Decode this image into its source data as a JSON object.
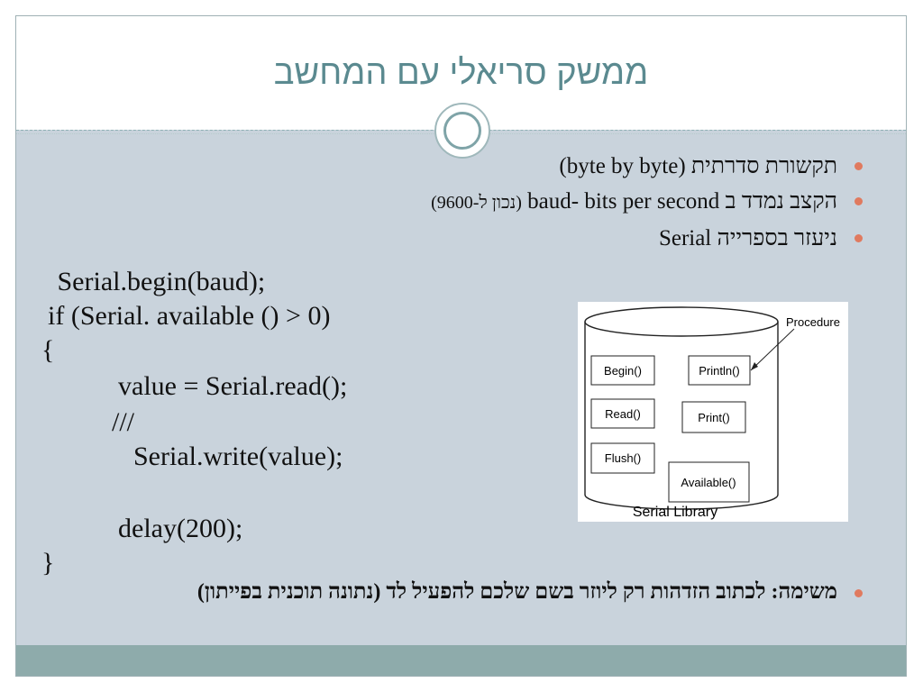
{
  "slide": {
    "title": "ממשק סריאלי עם המחשב",
    "bullets": [
      {
        "text": "תקשורת סדרתית (byte by byte)"
      },
      {
        "text_main": "הקצב נמדד ב baud- bits per second",
        "text_note": "(נכון ל-9600)"
      },
      {
        "text": "ניעזר בספרייה Serial"
      }
    ],
    "code": [
      " Serial.begin(baud);",
      "if (Serial. available () > 0)",
      "{",
      "value = Serial.read();",
      "///",
      "Serial.write(value);",
      "delay(200);",
      "}"
    ],
    "task": "משימה: לכתוב הזדהות רק ליוזר בשם שלכם להפעיל לד (נתונה תוכנית בפייתון)"
  },
  "diagram": {
    "caption": "Serial Library",
    "callout": "Procedure",
    "functions": [
      "Begin()",
      "Println()",
      "Read()",
      "Print()",
      "Flush()",
      "Available()"
    ]
  },
  "colors": {
    "title": "#5b8a90",
    "bullet_dot": "#e07a5f",
    "slide_bg": "#c9d3dc",
    "footer_bar": "#8eabab"
  }
}
